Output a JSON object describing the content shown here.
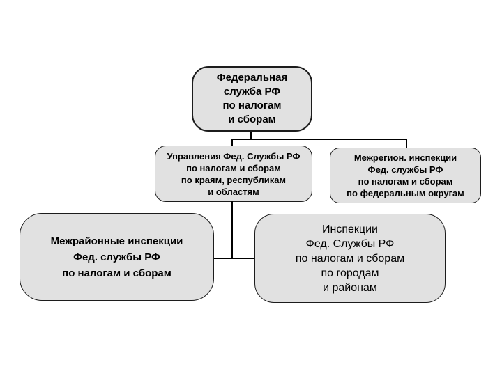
{
  "diagram": {
    "type": "org-chart",
    "boxes": {
      "federal": {
        "lines": [
          "Федеральная",
          "служба РФ",
          "по налогам",
          "и сборам"
        ]
      },
      "departments": {
        "lines": [
          "Управления Фед. Службы РФ",
          "по налогам и сборам",
          "по краям, республикам",
          "и областям"
        ]
      },
      "interregional": {
        "lines": [
          "Межрегион. инспекции",
          "Фед. службы РФ",
          "по налогам и сборам",
          "по федеральным округам"
        ]
      },
      "interdistrict": {
        "lines": [
          "Межрайонные инспекции",
          "Фед. службы РФ",
          "по налогам и сборам"
        ]
      },
      "city": {
        "lines": [
          "Инспекции",
          "Фед. Службы РФ",
          "по налогам и сборам",
          "по городам",
          "и районам"
        ]
      }
    },
    "colors": {
      "background": "#ffffff",
      "box_fill": "#e1e1e1",
      "box_border": "#1c1c1c",
      "connector": "#000000",
      "text": "#000000"
    }
  }
}
